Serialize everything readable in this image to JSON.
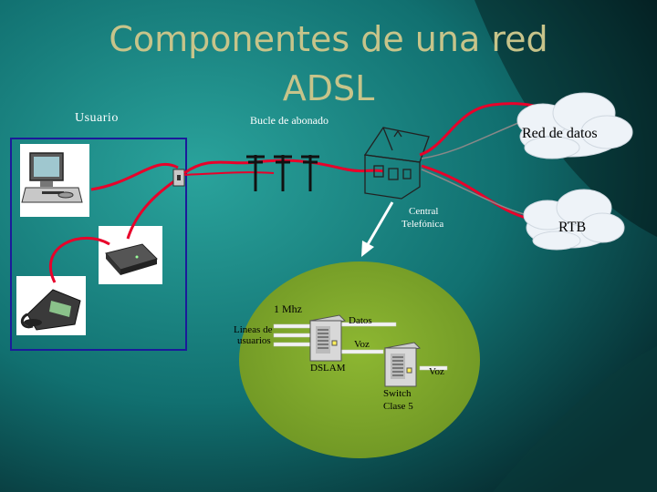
{
  "slide": {
    "title_line1": "Componentes de una red",
    "title_line2": "ADSL"
  },
  "labels": {
    "usuario": "Usuario",
    "bucle": "Bucle de abonado",
    "central": [
      "Central",
      "Telefónica"
    ],
    "red_datos": "Red de datos",
    "rtb": "RTB",
    "mhz": "1 Mhz",
    "lineas": [
      "Lineas de",
      "usuarios"
    ],
    "datos": "Datos",
    "voz1": "Voz",
    "voz2": "Voz",
    "dslam": "DSLAM",
    "switch": [
      "Switch",
      "Clase 5"
    ]
  },
  "colors": {
    "bg_top": "#1f8a8a",
    "bg_bottom": "#06282a",
    "title": "#c7c48a",
    "ellipse": "#7fa52a",
    "wire": "#e8002a",
    "user_box_border": "#1b1b9a"
  }
}
